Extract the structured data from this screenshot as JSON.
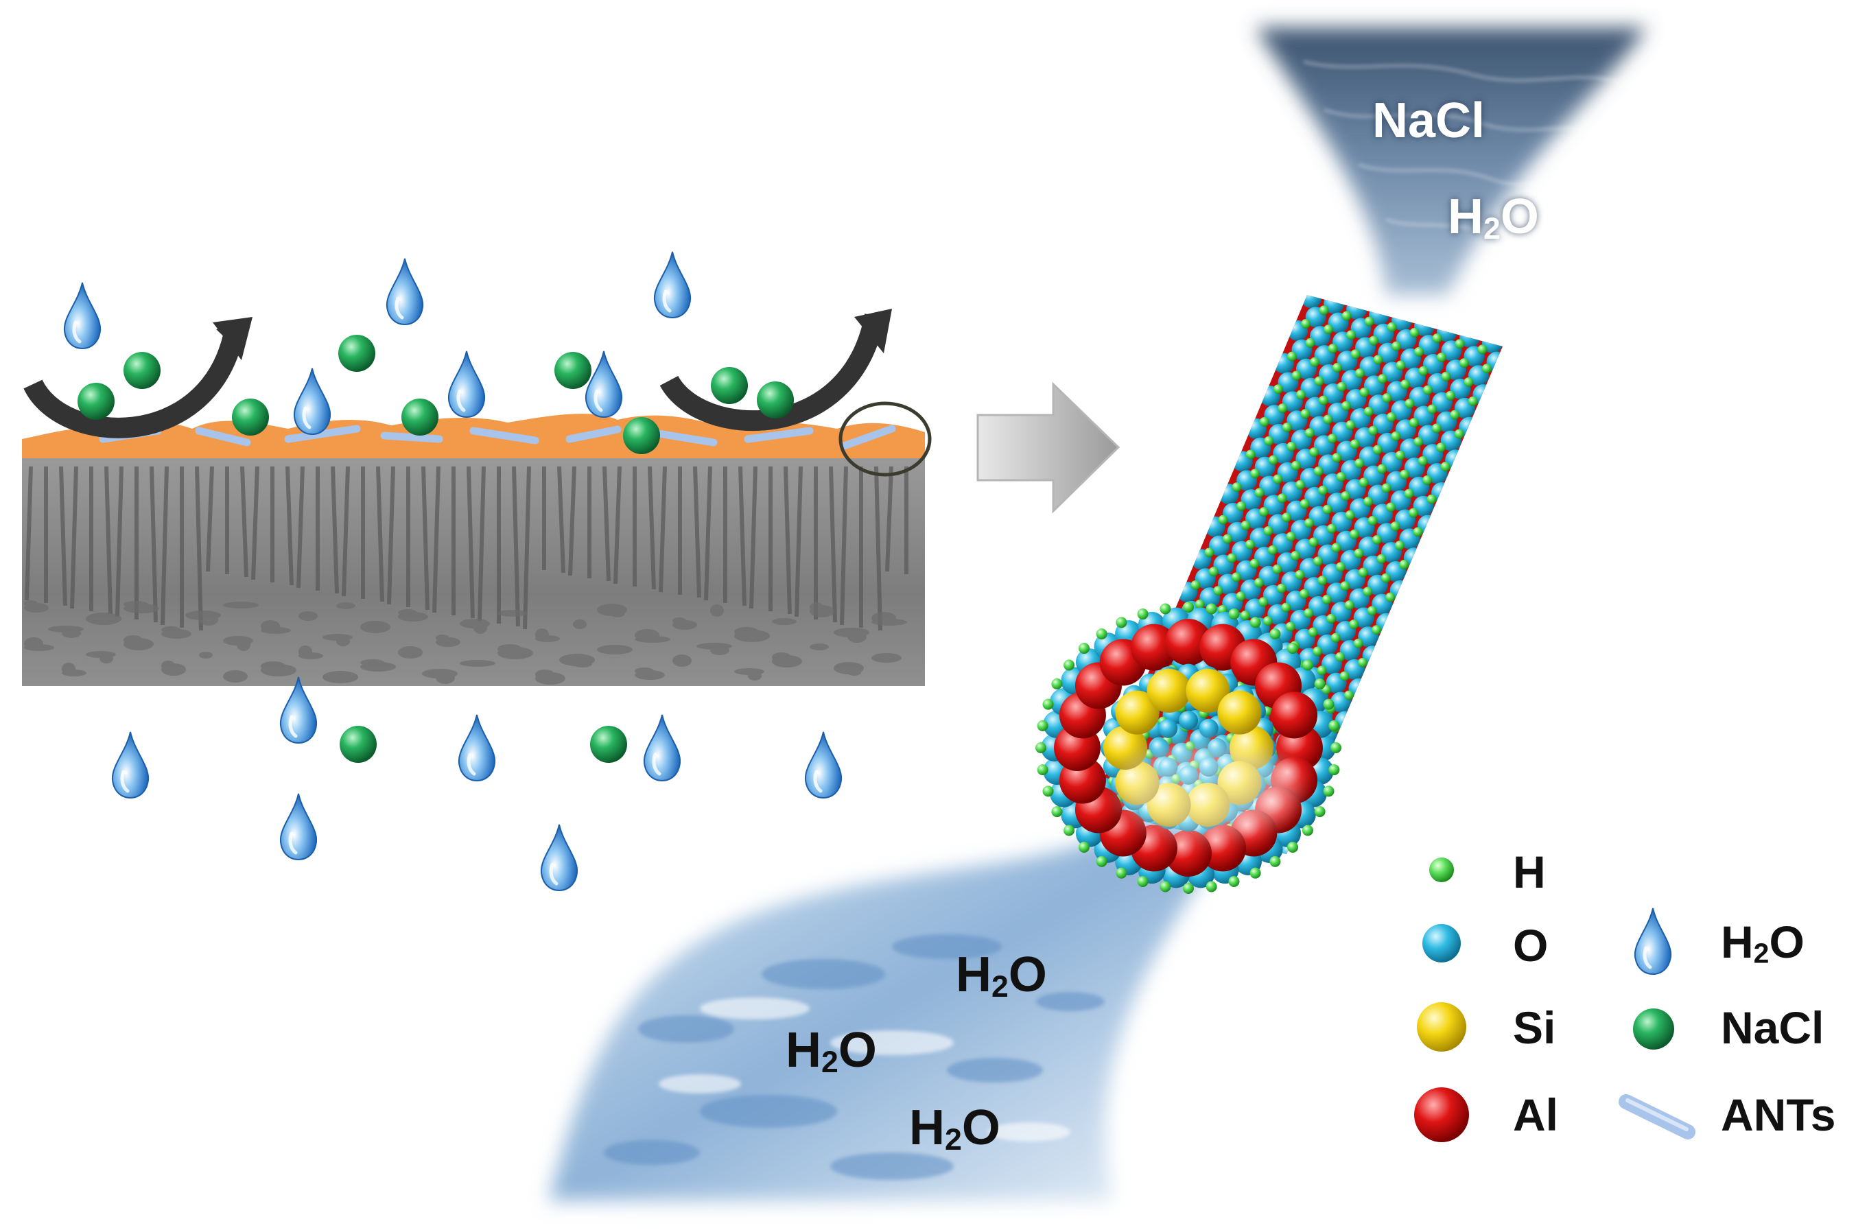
{
  "colors": {
    "water_drop": "#2f7fd0",
    "nacl": "#22a556",
    "hydrogen": "#55dd55",
    "oxygen": "#2bb3db",
    "silicon": "#f2d315",
    "aluminum": "#dd1111",
    "ants": "#a9c4ea",
    "active_layer": "#f29a4a",
    "membrane": "#8a8a8a"
  },
  "streams": {
    "top": {
      "nacl": "NaCl",
      "water_main": "H",
      "water_sub": "2",
      "water_tail": "O"
    },
    "bottom": [
      {
        "main": "H",
        "sub": "2",
        "tail": "O"
      },
      {
        "main": "H",
        "sub": "2",
        "tail": "O"
      },
      {
        "main": "H",
        "sub": "2",
        "tail": "O"
      }
    ]
  },
  "legend": {
    "items": [
      {
        "symbol": "hydrogen-sphere",
        "label": "H"
      },
      {
        "symbol": "oxygen-sphere",
        "label": "O"
      },
      {
        "symbol": "silicon-sphere",
        "label": "Si"
      },
      {
        "symbol": "aluminum-sphere",
        "label": "Al"
      },
      {
        "symbol": "water-drop-icon",
        "label_main": "H",
        "label_sub": "2",
        "label_tail": "O"
      },
      {
        "symbol": "nacl-sphere",
        "label": "NaCl"
      },
      {
        "symbol": "ants-rod",
        "label": "ANTs"
      }
    ]
  }
}
